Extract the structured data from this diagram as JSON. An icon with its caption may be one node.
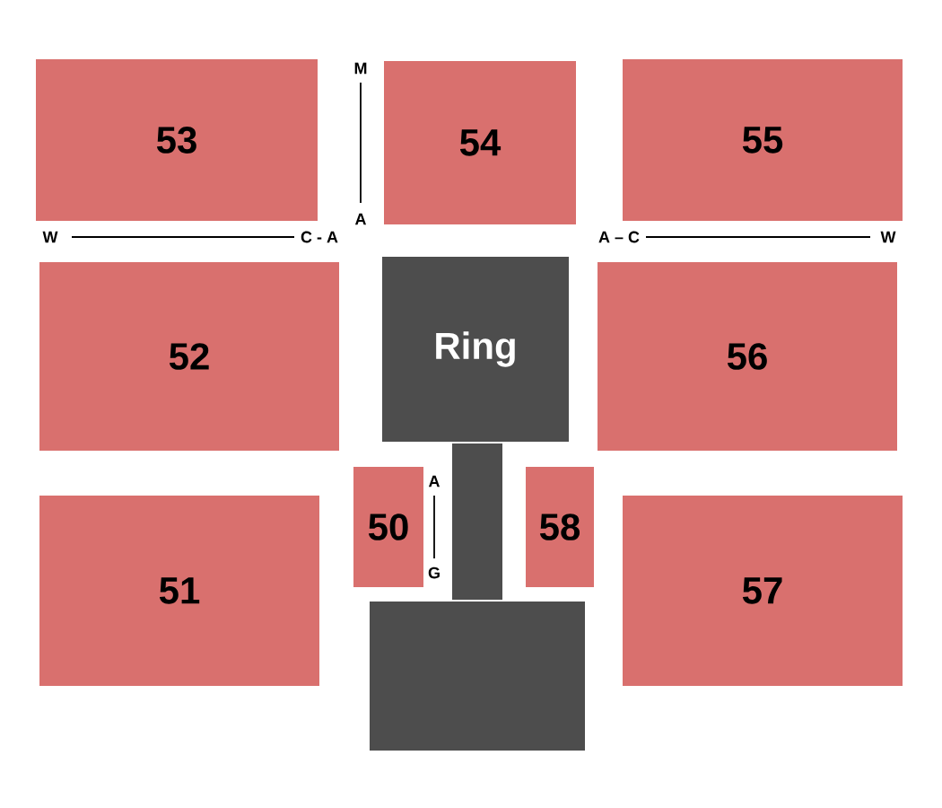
{
  "diagram": {
    "nodes": [
      {
        "text": [
          "53"
        ]
      },
      {
        "text": [
          "54"
        ]
      },
      {
        "text": [
          "55"
        ]
      },
      {
        "text": [
          "52"
        ]
      },
      {
        "text": [
          "Ring"
        ]
      },
      {
        "text": [
          "56"
        ]
      },
      {
        "text": [
          "51"
        ]
      },
      {
        "text": [
          "50"
        ]
      },
      {
        "text": [],
        "shape": "box"
      },
      {
        "text": [
          "58"
        ]
      },
      {
        "text": [
          "57"
        ]
      },
      {
        "text": [],
        "shape": "box"
      }
    ],
    "labels": [
      "M",
      "A",
      "W",
      "C - A",
      "A – C",
      "W",
      "A",
      "G"
    ]
  }
}
